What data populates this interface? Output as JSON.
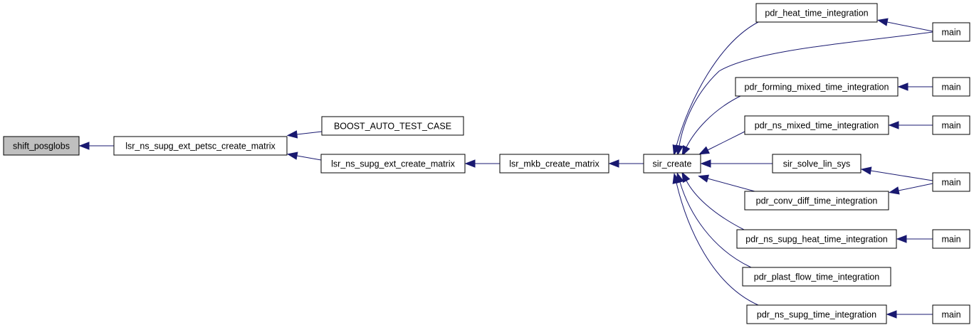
{
  "graph": {
    "colors": {
      "node_fill": "#ffffff",
      "highlight_fill": "#bfbfbf",
      "node_border": "#000000",
      "edge": "#191970"
    },
    "nodes": {
      "shift_posglobs": "shift_posglobs",
      "lsr_ns_supg_ext_petsc_create_matrix": "lsr_ns_supg_ext_petsc_create_matrix",
      "BOOST_AUTO_TEST_CASE": "BOOST_AUTO_TEST_CASE",
      "lsr_ns_supg_ext_create_matrix": "lsr_ns_supg_ext_create_matrix",
      "lsr_mkb_create_matrix": "lsr_mkb_create_matrix",
      "sir_create": "sir_create",
      "pdr_heat_time_integration": "pdr_heat_time_integration",
      "pdr_forming_mixed_time_integration": "pdr_forming_mixed_time_integration",
      "pdr_ns_mixed_time_integration": "pdr_ns_mixed_time_integration",
      "sir_solve_lin_sys": "sir_solve_lin_sys",
      "pdr_conv_diff_time_integration": "pdr_conv_diff_time_integration",
      "pdr_ns_supg_heat_time_integration": "pdr_ns_supg_heat_time_integration",
      "pdr_plast_flow_time_integration": "pdr_plast_flow_time_integration",
      "pdr_ns_supg_time_integration": "pdr_ns_supg_time_integration",
      "main_1": "main",
      "main_2": "main",
      "main_3": "main",
      "main_4": "main",
      "main_5": "main",
      "main_6": "main"
    },
    "edges": [
      {
        "from": "lsr_ns_supg_ext_petsc_create_matrix",
        "to": "shift_posglobs"
      },
      {
        "from": "BOOST_AUTO_TEST_CASE",
        "to": "lsr_ns_supg_ext_petsc_create_matrix"
      },
      {
        "from": "lsr_ns_supg_ext_create_matrix",
        "to": "lsr_ns_supg_ext_petsc_create_matrix"
      },
      {
        "from": "lsr_mkb_create_matrix",
        "to": "lsr_ns_supg_ext_create_matrix"
      },
      {
        "from": "sir_create",
        "to": "lsr_mkb_create_matrix"
      },
      {
        "from": "pdr_heat_time_integration",
        "to": "sir_create"
      },
      {
        "from": "main_1",
        "to": "sir_create"
      },
      {
        "from": "pdr_forming_mixed_time_integration",
        "to": "sir_create"
      },
      {
        "from": "pdr_ns_mixed_time_integration",
        "to": "sir_create"
      },
      {
        "from": "sir_solve_lin_sys",
        "to": "sir_create"
      },
      {
        "from": "pdr_conv_diff_time_integration",
        "to": "sir_create"
      },
      {
        "from": "pdr_ns_supg_heat_time_integration",
        "to": "sir_create"
      },
      {
        "from": "pdr_plast_flow_time_integration",
        "to": "sir_create"
      },
      {
        "from": "pdr_ns_supg_time_integration",
        "to": "sir_create"
      },
      {
        "from": "main_1",
        "to": "pdr_heat_time_integration"
      },
      {
        "from": "main_2",
        "to": "pdr_forming_mixed_time_integration"
      },
      {
        "from": "main_3",
        "to": "pdr_ns_mixed_time_integration"
      },
      {
        "from": "main_4",
        "to": "sir_solve_lin_sys"
      },
      {
        "from": "main_4",
        "to": "pdr_conv_diff_time_integration"
      },
      {
        "from": "main_5",
        "to": "pdr_ns_supg_heat_time_integration"
      },
      {
        "from": "main_6",
        "to": "pdr_ns_supg_time_integration"
      }
    ]
  }
}
